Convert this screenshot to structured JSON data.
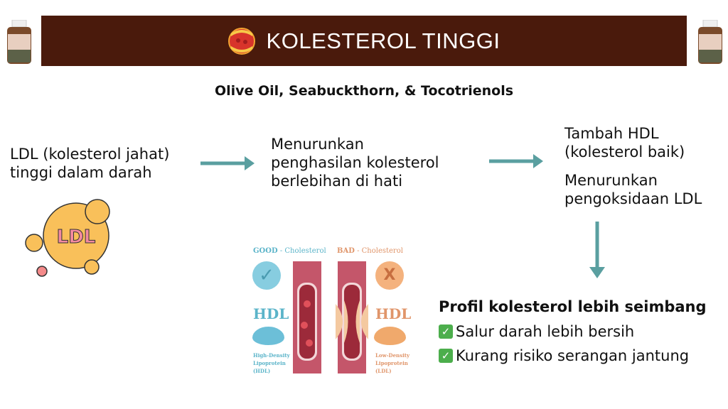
{
  "header": {
    "title": "KOLESTEROL TINGGI",
    "icon": "artery-icon",
    "bg_color": "#4a1a0c"
  },
  "subtitle": "Olive Oil, Seabuckthorn, & Tocotrienols",
  "step1": {
    "line1": "LDL (kolesterol jahat)",
    "line2": "tinggi dalam darah",
    "badge": "LDL"
  },
  "step2": {
    "line1": "Menurunkan",
    "line2": "penghasilan kolesterol",
    "line3": "berlebihan di hati"
  },
  "step3": {
    "a1": "Tambah HDL",
    "a2": "(kolesterol baik)",
    "b1": "Menurunkan",
    "b2": "pengoksidaan LDL"
  },
  "illustration": {
    "good_label": "GOOD",
    "good_suffix": " - Cholesterol",
    "good_mark": "✓",
    "good_name": "HDL",
    "good_desc": [
      "High-Density",
      "Lipoprotein",
      "(HDL)"
    ],
    "bad_label": "BAD",
    "bad_suffix": " - Cholesterol",
    "bad_mark": "X",
    "bad_name": "HDL",
    "bad_desc": [
      "Low-Density",
      "Lipoprotein",
      "(LDL)"
    ]
  },
  "result": {
    "title": "Profil kolesterol lebih seimbang",
    "items": [
      "Salur darah lebih bersih",
      "Kurang risiko serangan jantung"
    ]
  },
  "colors": {
    "arrow": "#5a9fa0",
    "accent": "#f9c05a"
  }
}
